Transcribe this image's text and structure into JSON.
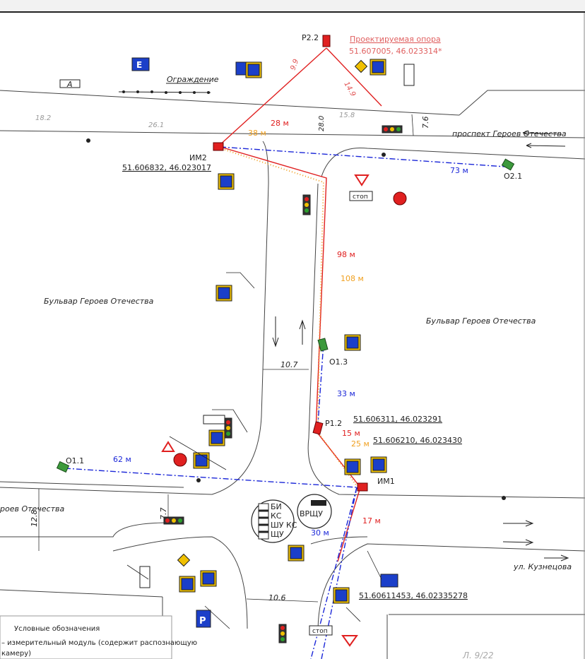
{
  "streets": {
    "prospect": "проспект Героев Отечества",
    "bulvar_left": "Бульвар Героев Отечества",
    "bulvar_right": "Бульвар Героев Отечества",
    "street_left_bottom": "роев Отечества",
    "kuznetsova": "ул. Кузнецова"
  },
  "fence_label": "Ограждение",
  "zone_label": "А",
  "sign_e": "Е",
  "sign_p": "Р",
  "stop_label": "стоп",
  "projected_support": {
    "title": "Проектируемая опора",
    "coords": "51.607005, 46.023314*"
  },
  "poles": {
    "p22": "Р2.2",
    "im2": "ИМ2",
    "im2_coords": "51.606832, 46.023017",
    "o21": "О2.1",
    "o13": "О1.3",
    "p12": "Р1.2",
    "p12_coords": "51.606311, 46.023291",
    "im1": "ИМ1",
    "im1_coords": "51.606210, 46.023430",
    "o11": "О1.1",
    "bottom_coords": "51.60611453, 46.02335278"
  },
  "distances": {
    "d28": "28 м",
    "d38": "38 м",
    "d73": "73 м",
    "d98": "98 м",
    "d108": "108 м",
    "d33": "33 м",
    "d15": "15 м",
    "d25": "25 м",
    "d62": "62 м",
    "d30": "30 м",
    "d17": "17 м"
  },
  "dims": {
    "d107": "10.7",
    "d106": "10.6",
    "d128": "12.8",
    "d77": "7.7",
    "d76": "7.6",
    "d280": "28.0",
    "d99": "9.9",
    "d149": "14.9",
    "d182": "18.2",
    "d261": "26.1",
    "d158": "15.8"
  },
  "cabinet": {
    "bi": "БИ",
    "ks": "КС",
    "shu_ks": "ШУ КС",
    "shu": "ЩУ",
    "vrshu": "ВРЩУ"
  },
  "legend": {
    "title": "Условные обозначения",
    "item1": "– измерительный модуль (содержит распознающую",
    "item1b": "камеру)"
  },
  "sheet": "Л. 9/22",
  "colors": {
    "red": "#e02020",
    "orange": "#f0a020",
    "blue": "#1b27d8",
    "line": "#333333"
  }
}
